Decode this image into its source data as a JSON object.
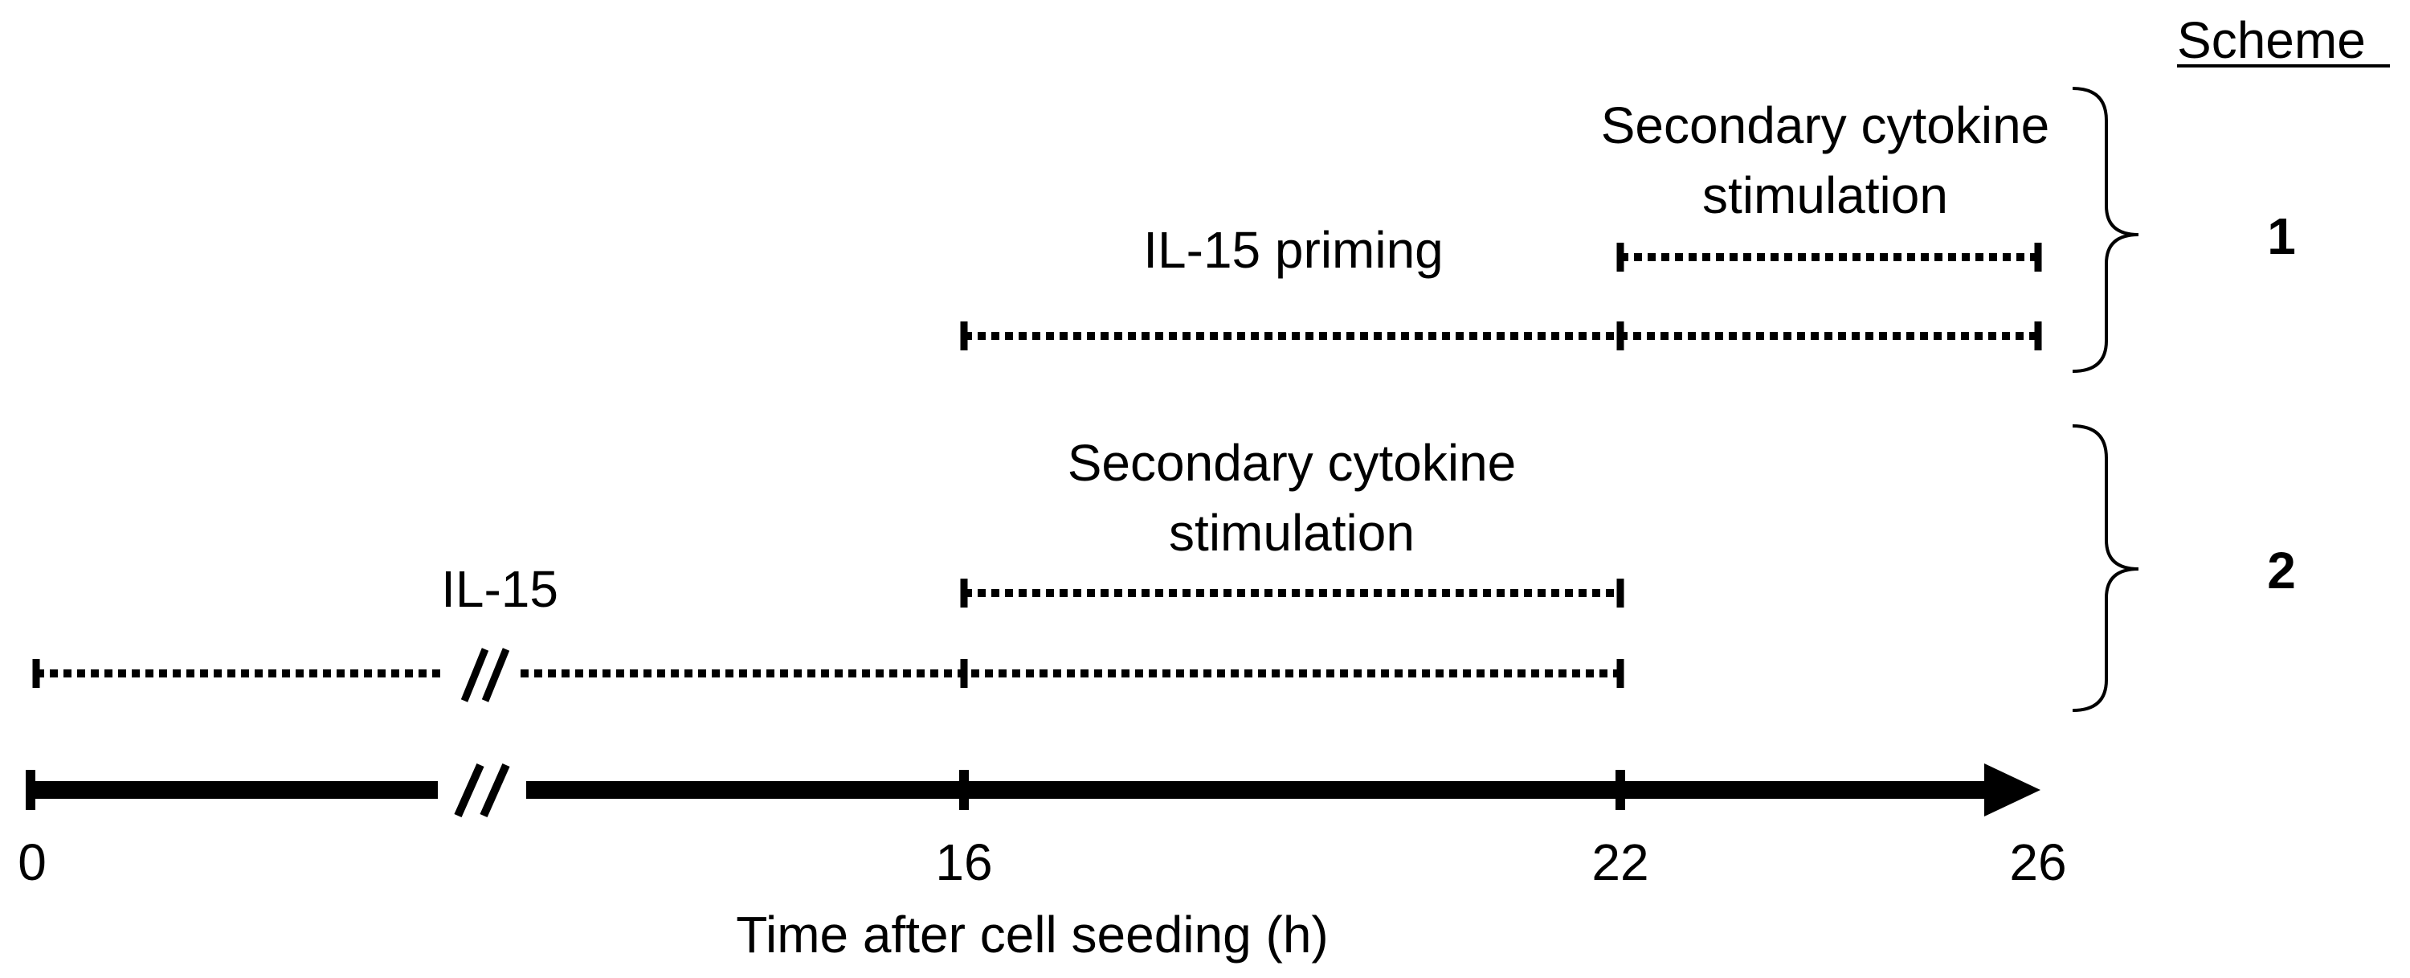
{
  "header": {
    "scheme_label": "Scheme"
  },
  "scheme1": {
    "number": "1",
    "secondary_label_line1": "Secondary cytokine",
    "secondary_label_line2": "stimulation",
    "priming_label": "IL-15 priming"
  },
  "scheme2": {
    "number": "2",
    "secondary_label_line1": "Secondary cytokine",
    "secondary_label_line2": "stimulation",
    "il15_label": "IL-15"
  },
  "axis": {
    "title": "Time after cell seeding (h)",
    "ticks": [
      "0",
      "16",
      "22",
      "26"
    ]
  }
}
